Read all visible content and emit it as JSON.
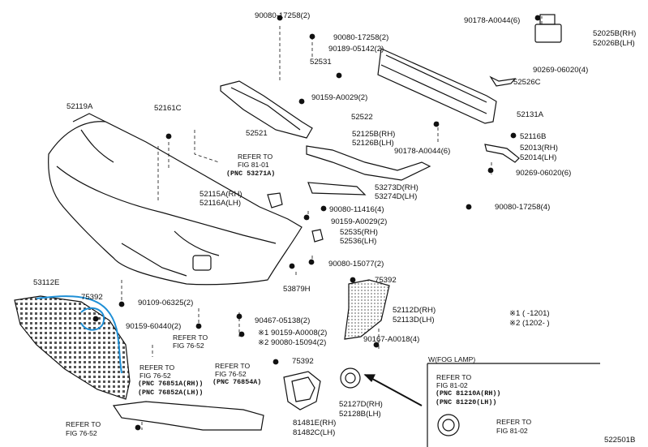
{
  "parts": {
    "p90080_17258_2a": "90080-17258(2)",
    "p90080_17258_2b": "90080-17258(2)",
    "p90189_05142": "90189-05142(2)",
    "p52531": "52531",
    "p90159_a0029_a": "90159-A0029(2)",
    "p52522": "52522",
    "p52521": "52521",
    "p52119a": "52119A",
    "p52161c": "52161C",
    "p52125b": "52125B(RH)",
    "p52126b": "52126B(LH)",
    "p90178_a0044_top": "90178-A0044(6)",
    "p52025b": "52025B(RH)",
    "p52026b": "52026B(LH)",
    "p90269_06020_4": "90269-06020(4)",
    "p52526c": "52526C",
    "p52131a": "52131A",
    "p90178_a0044_mid": "90178-A0044(6)",
    "p52116b": "52116B",
    "p52013": "52013(RH)",
    "p52014": "52014(LH)",
    "p90269_06020_6": "90269-06020(6)",
    "p53112e": "53112E",
    "p52115a": "52115A(RH)",
    "p52116a": "52116A(LH)",
    "p53273d": "53273D(RH)",
    "p53274d": "53274D(LH)",
    "p90080_11416": "90080-11416(4)",
    "p90080_17258_4": "90080-17258(4)",
    "p90159_a0029_b": "90159-A0029(2)",
    "p52535": "52535(RH)",
    "p52536": "52536(LH)",
    "p90080_15077": "90080-15077(2)",
    "p53879h": "53879H",
    "p75392_a": "75392",
    "p75392_b": "75392",
    "p75392_c": "75392",
    "p90109_06325": "90109-06325(2)",
    "p90159_60440": "90159-60440(2)",
    "p90467_05138": "90467-05138(2)",
    "p90159_a0008": "※1 90159-A0008(2)",
    "p90080_15094": "※2 90080-15094(2)",
    "p52112d": "52112D(RH)",
    "p52113d": "52113D(LH)",
    "p90167_a0018": "90167-A0018(4)",
    "p81481e": "81481E(RH)",
    "p81482c": "81482C(LH)",
    "p52127d": "52127D(RH)",
    "p52128b": "52128B(LH)",
    "diagram_id": "522501B"
  },
  "refs": {
    "ref_fig81_01_a": "REFER TO",
    "ref_fig81_01_b": "FIG 81-01",
    "ref_fig81_01_c": "(PNC 53271A)",
    "ref_7652_mid_a": "REFER TO",
    "ref_7652_mid_b": "FIG 76-52",
    "ref_76854_a": "REFER TO",
    "ref_76854_b": "FIG 76-52",
    "ref_76854_c": "(PNC 76854A)",
    "ref_76851_a": "REFER TO",
    "ref_76851_b": "FIG 76-52",
    "ref_76851_c": "(PNC 76851A(RH))",
    "ref_76851_d": "(PNC 76852A(LH))",
    "ref_7652_bot_a": "REFER TO",
    "ref_7652_bot_b": "FIG 76-52",
    "fog_title": "W(FOG LAMP)",
    "ref_fog_a": "REFER TO",
    "ref_fog_b": "FIG 81-02",
    "ref_fog_c": "(PNC 81210A(RH))",
    "ref_fog_d": "(PNC 81220(LH))",
    "ref_fog2_a": "REFER TO",
    "ref_fog2_b": "FIG 81-02"
  },
  "notes": {
    "note1": "※1 (      -1201)",
    "note2": "※2 (1202-      )"
  },
  "colors": {
    "line": "#111111",
    "highlight": "#1e8fd6",
    "shade": "#bdbdbd"
  }
}
